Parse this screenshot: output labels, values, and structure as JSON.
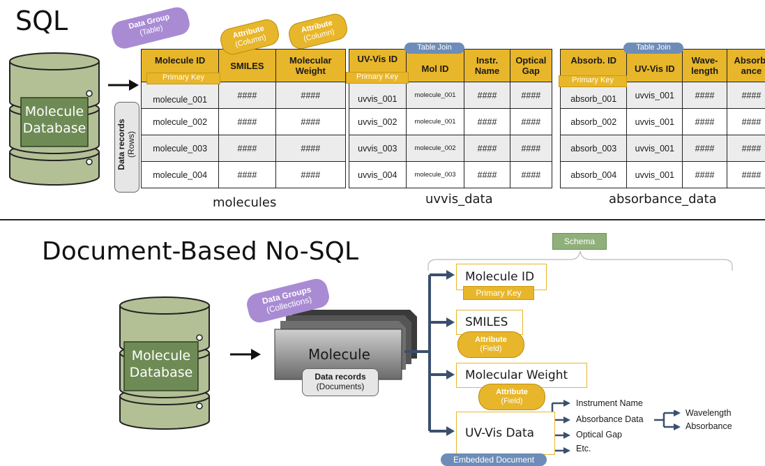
{
  "sql": {
    "title": "SQL",
    "db_label": [
      "Molecule",
      "Database"
    ],
    "callouts": {
      "data_group": [
        "Data Group",
        "(Table)"
      ],
      "attribute": [
        "Attribute",
        "(Column)"
      ],
      "primary_key": "Primary Key",
      "table_join": "Table Join",
      "data_records": [
        "Data records",
        "(Rows)"
      ]
    },
    "tables": [
      {
        "name": "molecules",
        "headers": [
          "Molecule ID",
          "SMILES",
          "Molecular Weight"
        ],
        "rows": [
          [
            "molecule_001",
            "####",
            "####"
          ],
          [
            "molecule_002",
            "####",
            "####"
          ],
          [
            "molecule_003",
            "####",
            "####"
          ],
          [
            "molecule_004",
            "####",
            "####"
          ]
        ]
      },
      {
        "name": "uvvis_data",
        "headers": [
          "UV-Vis ID",
          "Mol ID",
          "Instr. Name",
          "Optical Gap"
        ],
        "rows": [
          [
            "uvvis_001",
            "molecule_001",
            "####",
            "####"
          ],
          [
            "uvvis_002",
            "molecule_001",
            "####",
            "####"
          ],
          [
            "uvvis_003",
            "molecule_002",
            "####",
            "####"
          ],
          [
            "uvvis_004",
            "molecule_003",
            "####",
            "####"
          ]
        ]
      },
      {
        "name": "absorbance_data",
        "headers": [
          "Absorb. ID",
          "UV-Vis ID",
          "Wave-length",
          "Absorb-ance"
        ],
        "rows": [
          [
            "absorb_001",
            "uvvis_001",
            "####",
            "####"
          ],
          [
            "absorb_002",
            "uvvis_001",
            "####",
            "####"
          ],
          [
            "absorb_003",
            "uvvis_001",
            "####",
            "####"
          ],
          [
            "absorb_004",
            "uvvis_001",
            "####",
            "####"
          ]
        ]
      }
    ]
  },
  "nosql": {
    "title": "Document-Based No-SQL",
    "db_label": [
      "Molecule",
      "Database"
    ],
    "data_groups": [
      "Data Groups",
      "(Collections)"
    ],
    "collection_label": "Molecule",
    "data_records": [
      "Data records",
      "(Documents)"
    ],
    "schema_label": "Schema",
    "fields": {
      "molecule_id": "Molecule ID",
      "primary_key": "Primary Key",
      "smiles": "SMILES",
      "mol_weight": "Molecular Weight",
      "uvvis": "UV-Vis Data",
      "attribute": [
        "Attribute",
        "(Field)"
      ],
      "embedded": "Embedded Document"
    },
    "uvvis_items": [
      "Instrument Name",
      "Absorbance Data",
      "Optical Gap",
      "Etc."
    ],
    "absorbance_items": [
      "Wavelength",
      "Absorbance"
    ]
  },
  "colors": {
    "gold": "#e8b62a",
    "purple": "#a98bd4",
    "blue": "#6d8db8",
    "db_green": "#b3bf95",
    "db_dark_green": "#6e8b55",
    "arrow": "#3b4f6e"
  }
}
